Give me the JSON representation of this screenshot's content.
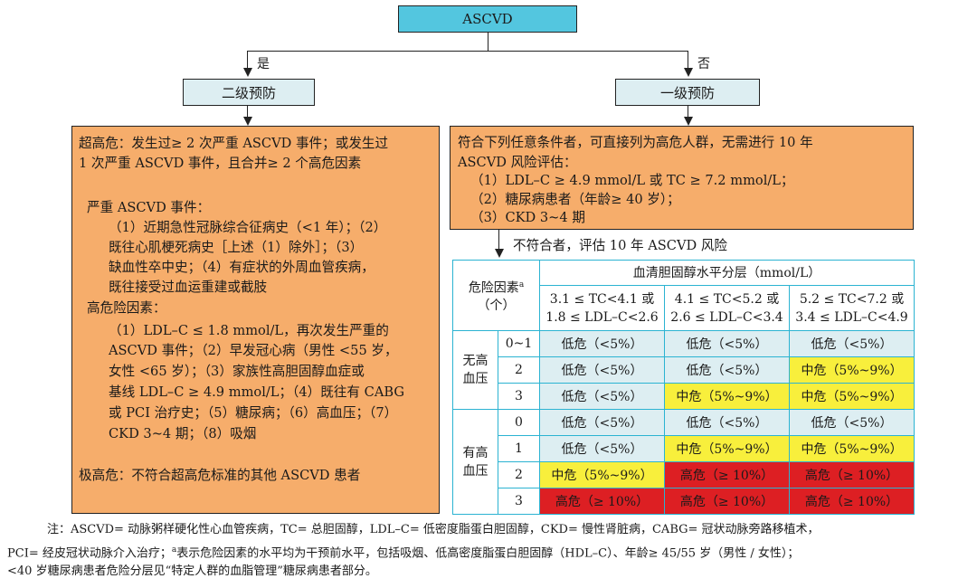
{
  "root": {
    "label": "ASCVD"
  },
  "branches": {
    "yes_label": "是",
    "no_label": "否",
    "secondary": {
      "label": "二级预防"
    },
    "primary": {
      "label": "一级预防"
    }
  },
  "secondary_box": {
    "lines": [
      "超高危：发生过≥ 2 次严重 ASCVD 事件；或发生过",
      "1 次严重 ASCVD 事件，且合并≥ 2 个高危因素",
      "严重 ASCVD 事件：",
      "（1）近期急性冠脉综合征病史（<1 年）；（2）",
      "既往心肌梗死病史［上述（1）除外］；（3）",
      "缺血性卒中史；（4）有症状的外周血管疾病，",
      "既往接受过血运重建或截肢",
      "高危险因素：",
      "（1）LDL–C ≤ 1.8 mmol/L，再次发生严重的",
      "ASCVD 事件；（2）早发冠心病（男性 <55 岁，",
      "女性 <65 岁）；（3）家族性高胆固醇血症或",
      "基线 LDL–C ≥ 4.9 mmol/L；（4）既往有 CABG",
      "或 PCI 治疗史；（5）糖尿病；（6）高血压；（7）",
      "CKD 3~4 期；（8）吸烟",
      "极高危：不符合超高危标准的其他 ASCVD 患者"
    ]
  },
  "primary_box": {
    "lines": [
      "符合下列任意条件者，可直接列为高危人群，无需进行 10 年",
      "ASCVD 风险评估：",
      "（1）LDL–C ≥ 4.9 mmol/L 或 TC ≥ 7.2 mmol/L；",
      "（2）糖尿病患者（年龄≥ 40 岁）；",
      "（3）CKD 3~4 期"
    ]
  },
  "assess_label": "不符合者，评估 10 年 ASCVD 风险",
  "risk_table": {
    "risk_header_1": "危险因素",
    "risk_header_sup": "a",
    "risk_header_2": "（个）",
    "chol_header": "血清胆固醇水平分层（mmol/L）",
    "columns": [
      {
        "line1": "3.1 ≤ TC<4.1 或",
        "line2": "1.8 ≤ LDL–C<2.6"
      },
      {
        "line1": "4.1 ≤ TC<5.2 或",
        "line2": "2.6 ≤ LDL–C<3.4"
      },
      {
        "line1": "5.2 ≤ TC<7.2 或",
        "line2": "3.4 ≤ LDL–C<4.9"
      }
    ],
    "groups": [
      {
        "label_line1": "无高",
        "label_line2": "血压",
        "rows": [
          {
            "count": "0~1",
            "cells": [
              {
                "text": "低危（<5%）",
                "level": "low"
              },
              {
                "text": "低危（<5%）",
                "level": "low"
              },
              {
                "text": "低危（<5%）",
                "level": "low"
              }
            ]
          },
          {
            "count": "2",
            "cells": [
              {
                "text": "低危（<5%）",
                "level": "low"
              },
              {
                "text": "低危（<5%）",
                "level": "low"
              },
              {
                "text": "中危（5%~9%）",
                "level": "mid"
              }
            ]
          },
          {
            "count": "3",
            "cells": [
              {
                "text": "低危（<5%）",
                "level": "low"
              },
              {
                "text": "中危（5%~9%）",
                "level": "mid"
              },
              {
                "text": "中危（5%~9%）",
                "level": "mid"
              }
            ]
          }
        ]
      },
      {
        "label_line1": "有高",
        "label_line2": "血压",
        "rows": [
          {
            "count": "0",
            "cells": [
              {
                "text": "低危（<5%）",
                "level": "low"
              },
              {
                "text": "低危（<5%）",
                "level": "low"
              },
              {
                "text": "低危（<5%）",
                "level": "low"
              }
            ]
          },
          {
            "count": "1",
            "cells": [
              {
                "text": "低危（<5%）",
                "level": "low"
              },
              {
                "text": "中危（5%~9%）",
                "level": "mid"
              },
              {
                "text": "中危（5%~9%）",
                "level": "mid"
              }
            ]
          },
          {
            "count": "2",
            "cells": [
              {
                "text": "中危（5%~9%）",
                "level": "mid"
              },
              {
                "text": "高危（≥ 10%）",
                "level": "high"
              },
              {
                "text": "高危（≥ 10%）",
                "level": "high"
              }
            ]
          },
          {
            "count": "3",
            "cells": [
              {
                "text": "高危（≥ 10%）",
                "level": "high"
              },
              {
                "text": "高危（≥ 10%）",
                "level": "high"
              },
              {
                "text": "高危（≥ 10%）",
                "level": "high"
              }
            ]
          }
        ]
      }
    ]
  },
  "notes": {
    "line1": "注：ASCVD= 动脉粥样硬化性心血管疾病，TC= 总胆固醇，LDL–C= 低密度脂蛋白胆固醇，CKD= 慢性肾脏病，CABG= 冠状动脉旁路移植术，",
    "line2a": "PCI= 经皮冠状动脉介入治疗；",
    "line2_sup": "a",
    "line2b": "表示危险因素的水平均为干预前水平，包括吸烟、低高密度脂蛋白胆固醇（HDL–C）、年龄≥ 45/55 岁（男性 / 女性）；",
    "line3": "<40 岁糖尿病患者危险分层见“特定人群的血脂管理”糖尿病患者部分。"
  },
  "colors": {
    "root_fill": "#53c6df",
    "branch_fill": "#ddeef2",
    "criteria_fill": "#f6ad6b",
    "table_border": "#2bb3d2",
    "low_risk": "#ddeef2",
    "mid_risk": "#f8ef3c",
    "high_risk": "#dd1f23"
  }
}
